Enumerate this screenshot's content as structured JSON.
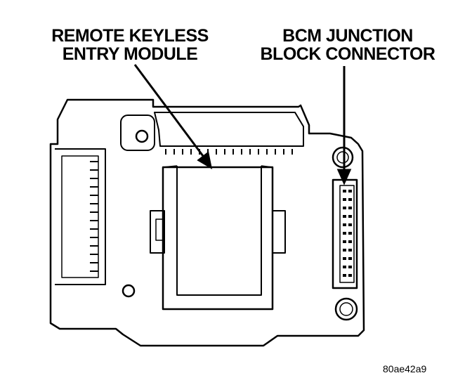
{
  "callouts": {
    "remote_keyless_entry": {
      "line1": "REMOTE KEYLESS",
      "line2": "ENTRY MODULE"
    },
    "bcm_connector": {
      "line1": "BCM JUNCTION",
      "line2": "BLOCK CONNECTOR"
    }
  },
  "figure_id": "80ae42a9",
  "colors": {
    "ink": "#000000",
    "paper": "#ffffff"
  }
}
